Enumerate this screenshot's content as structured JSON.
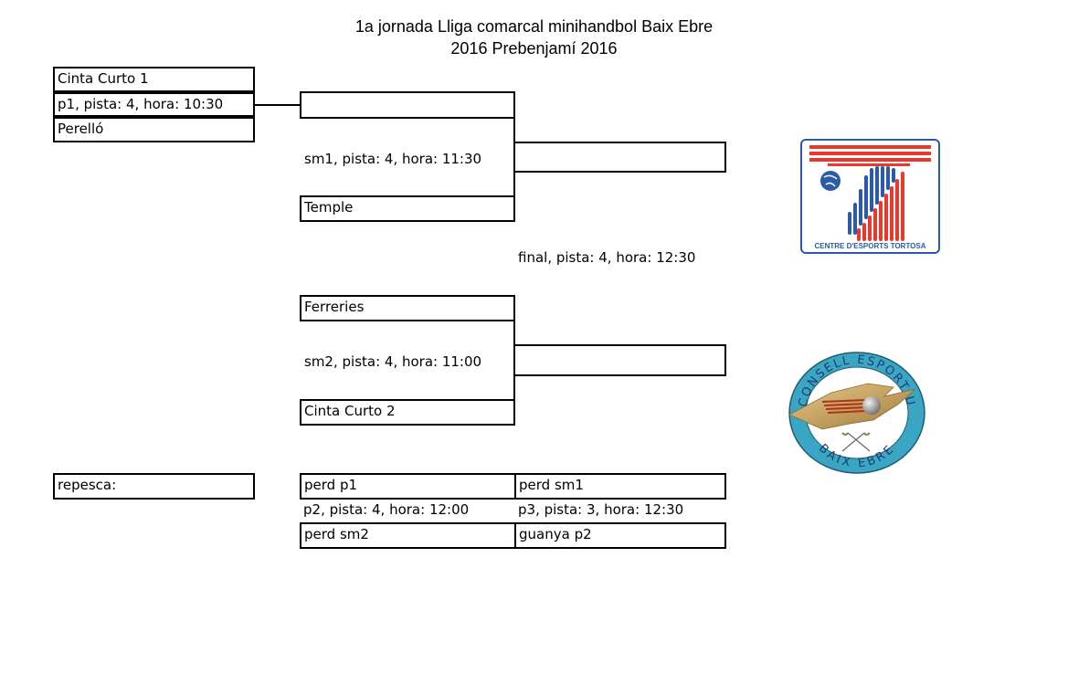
{
  "header": {
    "title_line1": "1a jornada Lliga comarcal minihandbol Baix Ebre",
    "title_line2": "2016 Prebenjamí 2016"
  },
  "round1": {
    "p1": {
      "team_a": "Cinta Curto 1",
      "info": "p1, pista: 4, hora: 10:30",
      "team_b": "Perelló"
    }
  },
  "semifinals": {
    "sm1": {
      "team_a": "",
      "info": "sm1, pista: 4, hora: 11:30",
      "team_b": "Temple"
    },
    "sm2": {
      "team_a": "Ferreries",
      "info": "sm2, pista: 4, hora: 11:00",
      "team_b": "Cinta Curto 2"
    }
  },
  "final": {
    "winner_sm1": "",
    "info": "final, pista: 4, hora: 12:30",
    "winner_sm2": ""
  },
  "repesca": {
    "label": "repesca:",
    "p2": {
      "team_a": "perd p1",
      "info": "p2, pista: 4, hora: 12:00",
      "team_b": "perd sm2"
    },
    "p3": {
      "team_a": "perd sm1",
      "info": "p3, pista: 3, hora: 12:30",
      "team_b": "guanya p2"
    }
  },
  "logos": {
    "cet": {
      "name": "centre-esports-tortosa-logo",
      "caption": "CENTRE D'ESPORTS TORTOSA",
      "red": "#e8392a",
      "blue": "#2a5aa8"
    },
    "ceb": {
      "name": "consell-esportiu-baix-ebre-logo",
      "top_text": "CONSELL ESPORTIU",
      "bottom_text": "BAIX EBRE",
      "ring": "#3aa6c4",
      "gold": "#c9a45a"
    }
  }
}
